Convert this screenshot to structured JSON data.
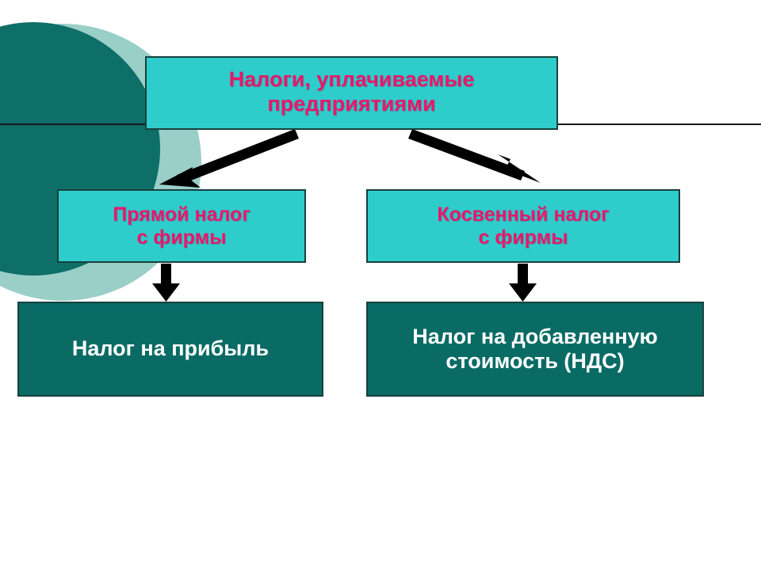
{
  "slide": {
    "title": "Налоги, уплачиваемые предприятиями",
    "background_color": "#FFFFFF"
  },
  "theme": {
    "teal_fill": "#2FCCCC",
    "dark_fill": "#0A6B65",
    "magenta_text": "#E8176B",
    "white_text": "#FFFFFF",
    "border": "#17403D",
    "arrow": "#000000",
    "circle_dark": "#0E6E68",
    "circle_light": "#9ACFC8",
    "rule": "#1A1A1A"
  },
  "decor": {
    "circle_dark_name": "dark-teal-circle",
    "circle_light_name": "light-teal-circle",
    "rule_name": "horizontal-rule"
  },
  "chart_data": {
    "type": "diagram",
    "title": "Налоги, уплачиваемые предприятиями",
    "layout": "top-down hierarchy, 3 levels",
    "nodes": [
      {
        "id": "root",
        "label": "Налоги, уплачиваемые\nпредприятиями",
        "level": 0,
        "style": "teal",
        "text_color": "#E8176B",
        "fill": "#2FCCCC"
      },
      {
        "id": "direct",
        "label": "Прямой налог\nс фирмы",
        "level": 1,
        "style": "teal",
        "text_color": "#E8176B",
        "fill": "#2FCCCC"
      },
      {
        "id": "indirect",
        "label": "Косвенный налог\nс фирмы",
        "level": 1,
        "style": "teal",
        "text_color": "#E8176B",
        "fill": "#2FCCCC"
      },
      {
        "id": "profit-tax",
        "label": "Налог на прибыль",
        "level": 2,
        "style": "dark",
        "text_color": "#FFFFFF",
        "fill": "#0A6B65"
      },
      {
        "id": "vat",
        "label": "Налог на добавленную\nстоимость (НДС)",
        "level": 2,
        "style": "dark",
        "text_color": "#FFFFFF",
        "fill": "#0A6B65"
      }
    ],
    "edges": [
      {
        "from": "root",
        "to": "direct",
        "kind": "arrow-diagonal-left"
      },
      {
        "from": "root",
        "to": "indirect",
        "kind": "arrow-diagonal-right"
      },
      {
        "from": "direct",
        "to": "profit-tax",
        "kind": "arrow-vertical"
      },
      {
        "from": "indirect",
        "to": "vat",
        "kind": "arrow-vertical"
      }
    ]
  },
  "nodes": {
    "root": {
      "label": "Налоги, уплачиваемые\nпредприятиями"
    },
    "direct": {
      "label": "Прямой налог\nс фирмы"
    },
    "indirect": {
      "label": "Косвенный налог\nс фирмы"
    },
    "profit_tax": {
      "label": "Налог на прибыль"
    },
    "vat": {
      "label": "Налог на добавленную\nстоимость (НДС)"
    }
  }
}
